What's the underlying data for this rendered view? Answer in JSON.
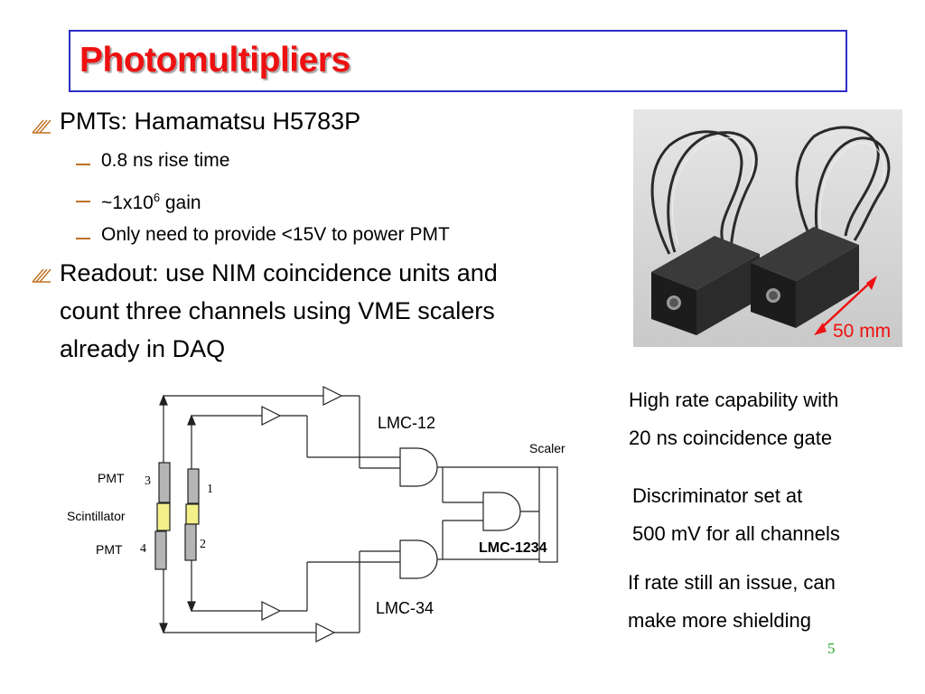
{
  "slide": {
    "title": "Photomultipliers",
    "page_number": "5"
  },
  "bullets": {
    "pmts": {
      "text": "PMTs: Hamamatsu H5783P",
      "sub": {
        "rise_time": "0.8 ns rise time",
        "gain_prefix": "~1x10",
        "gain_exponent": "6",
        "gain_suffix": " gain",
        "power": "Only need to provide <15V to power PMT"
      }
    },
    "readout": {
      "line1": "Readout: use NIM coincidence units and",
      "line2": "count three channels using VME scalers",
      "line3": "already in DAQ"
    }
  },
  "photo": {
    "scale_label": "50 mm"
  },
  "notes": {
    "rate_line1": "High rate capability with",
    "rate_line2": "20 ns coincidence gate",
    "disc_line1": "Discriminator set at",
    "disc_line2": "500 mV for all channels",
    "shield_line1": "If rate still an issue, can",
    "shield_line2": "make more shielding"
  },
  "diagram": {
    "lmc12": "LMC-12",
    "lmc34": "LMC-34",
    "lmc1234": "LMC-1234",
    "scaler": "Scaler",
    "pmt_top": "PMT",
    "pmt_bottom": "PMT",
    "scintillator": "Scintillator",
    "n1": "1",
    "n2": "2",
    "n3": "3",
    "n4": "4"
  },
  "colors": {
    "title": "#ee1111",
    "title_border": "#2e2ec8",
    "bullet_icon": "#c07020",
    "scale_arrow": "#ee1111",
    "page_number": "#2aa52a",
    "scintillator": "#f3f08a"
  }
}
